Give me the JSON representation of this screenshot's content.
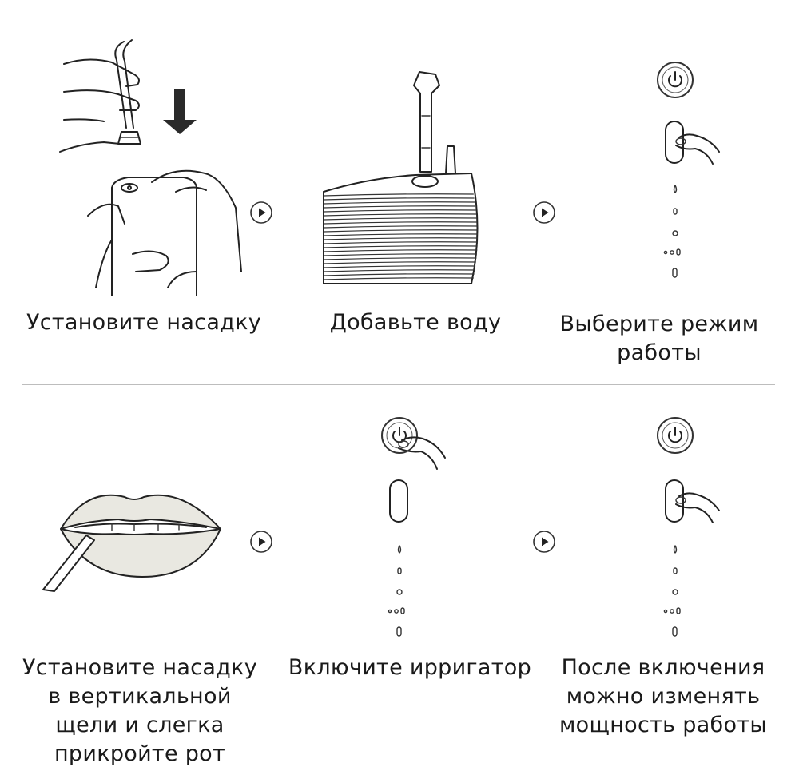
{
  "steps": [
    {
      "caption": "Установите насадку"
    },
    {
      "caption": "Добавьте воду"
    },
    {
      "caption": "Выберите режим\nработы"
    },
    {
      "caption": "Установите насадку\nв вертикальной\nщели и слегка\nприкройте рот"
    },
    {
      "caption": "Включите ирригатор"
    },
    {
      "caption": "После включения\nможно изменять\nмощность работы"
    }
  ],
  "icons": {
    "next": "play-circle-icon",
    "power": "power-icon"
  },
  "colors": {
    "line": "#222222",
    "divider": "#bdbdbd",
    "lips_fill": "#e9e8e1"
  }
}
